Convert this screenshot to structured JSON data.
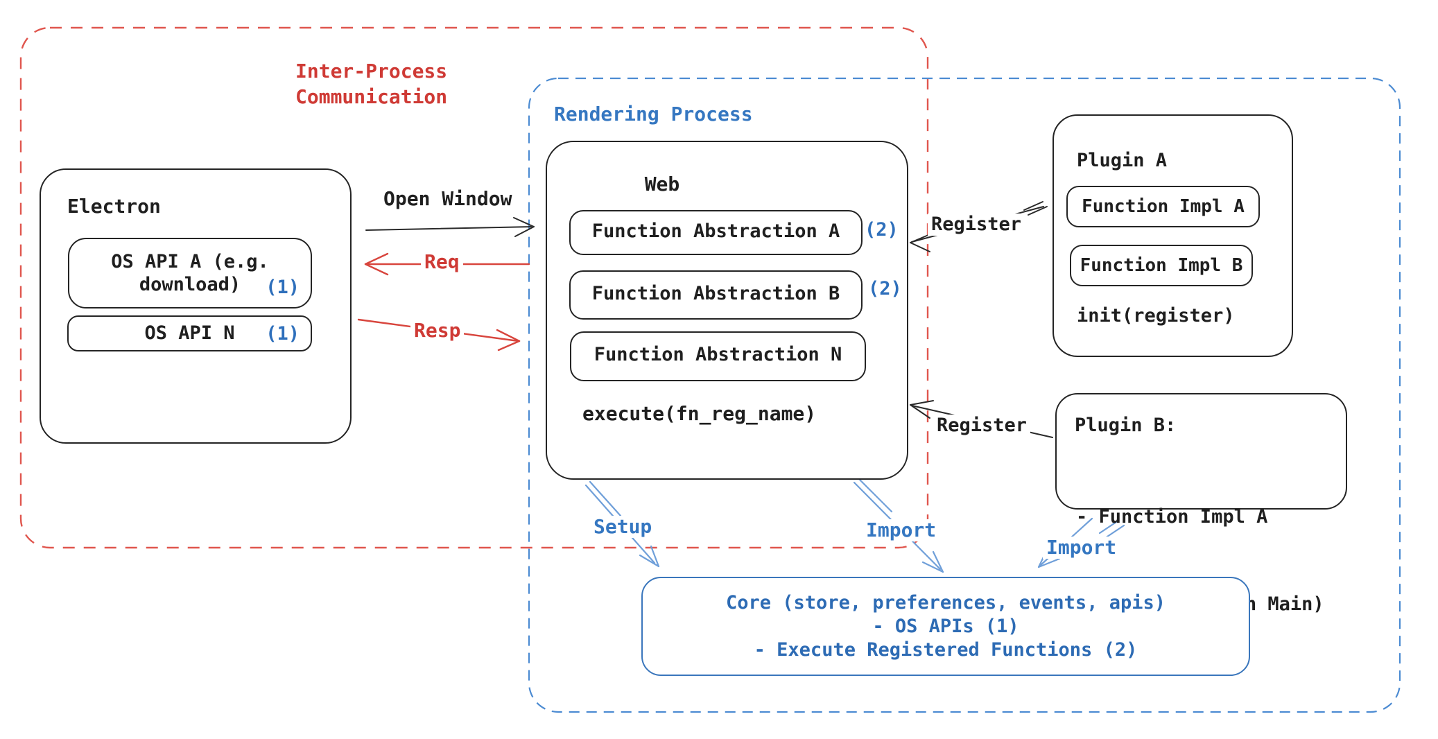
{
  "ipc": {
    "lines": [
      "Inter-Process",
      "Communication"
    ]
  },
  "rendering": {
    "title": "Rendering Process"
  },
  "electron": {
    "title": "Electron",
    "apis": [
      {
        "label": "OS API A (e.g. download)",
        "badge": "(1)"
      },
      {
        "label": "OS API N",
        "badge": "(1)"
      }
    ]
  },
  "web": {
    "title": "Web",
    "abstractions": [
      {
        "label": "Function Abstraction A",
        "badge": "(2)"
      },
      {
        "label": "Function Abstraction B",
        "badge": "(2)"
      },
      {
        "label": "Function Abstraction N",
        "badge": ""
      }
    ],
    "footer": "execute(fn_reg_name)"
  },
  "plugin_a": {
    "title": "Plugin A",
    "impls": [
      {
        "label": "Function Impl A"
      },
      {
        "label": "Function Impl B"
      }
    ],
    "footer": "init(register)"
  },
  "plugin_b": {
    "title": "Plugin B:",
    "lines": [
      "- Function Impl A",
      "- Module (run on Main)"
    ]
  },
  "core": {
    "lines": [
      "Core (store, preferences, events, apis)",
      "- OS APIs (1)",
      "- Execute Registered Functions (2)"
    ]
  },
  "arrows": {
    "open_window": "Open Window",
    "req": "Req",
    "resp": "Resp",
    "register_top": "Register",
    "register_bottom": "Register",
    "setup": "Setup",
    "import_mid": "Import",
    "import_right": "Import"
  },
  "colors": {
    "red_text": "#cf3a35",
    "red_dash": "#e0564e",
    "red_arrow": "#d8453d",
    "blue_text": "#3577c1",
    "blue_dash": "#4c8bd2",
    "blue_arrow_light": "#6f9fd9",
    "core_blue": "#2d6bb4",
    "badge_blue": "#2e6fbb",
    "ink": "#242424"
  }
}
